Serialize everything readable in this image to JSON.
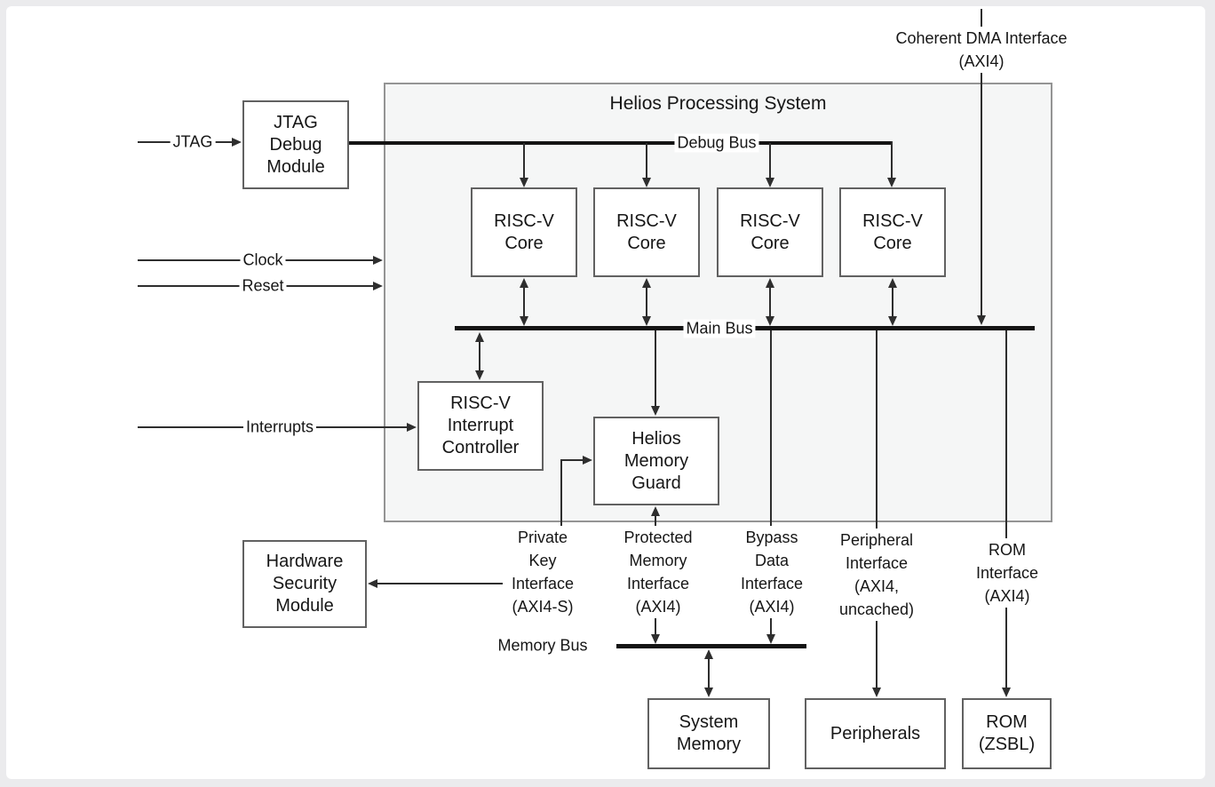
{
  "diagram": {
    "title": "Helios Processing System",
    "boxes": {
      "jtag_debug_module": "JTAG\nDebug\nModule",
      "riscv_core": "RISC-V\nCore",
      "interrupt_controller": "RISC-V\nInterrupt\nController",
      "memory_guard": "Helios\nMemory\nGuard",
      "hardware_security_module": "Hardware\nSecurity\nModule",
      "system_memory": "System\nMemory",
      "peripherals": "Peripherals",
      "rom_zsbl": "ROM\n(ZSBL)"
    },
    "buses": {
      "debug_bus": "Debug Bus",
      "main_bus": "Main Bus",
      "memory_bus": "Memory Bus"
    },
    "inputs": {
      "jtag": "JTAG",
      "clock": "Clock",
      "reset": "Reset",
      "interrupts": "Interrupts"
    },
    "interfaces": {
      "coherent_dma": "Coherent DMA Interface\n(AXI4)",
      "private_key": "Private\nKey\nInterface\n(AXI4-S)",
      "protected_memory": "Protected\nMemory\nInterface\n(AXI4)",
      "bypass_data": "Bypass\nData\nInterface\n(AXI4)",
      "peripheral": "Peripheral\nInterface\n(AXI4,\nuncached)",
      "rom": "ROM\nInterface\n(AXI4)"
    },
    "colors": {
      "page_bg": "#ebebed",
      "canvas_bg": "#ffffff",
      "hps_fill": "#f5f6f6",
      "hps_border": "#949494",
      "box_border": "#616161",
      "line": "#2e2e2e",
      "bus": "#141414",
      "text": "#161616"
    }
  }
}
